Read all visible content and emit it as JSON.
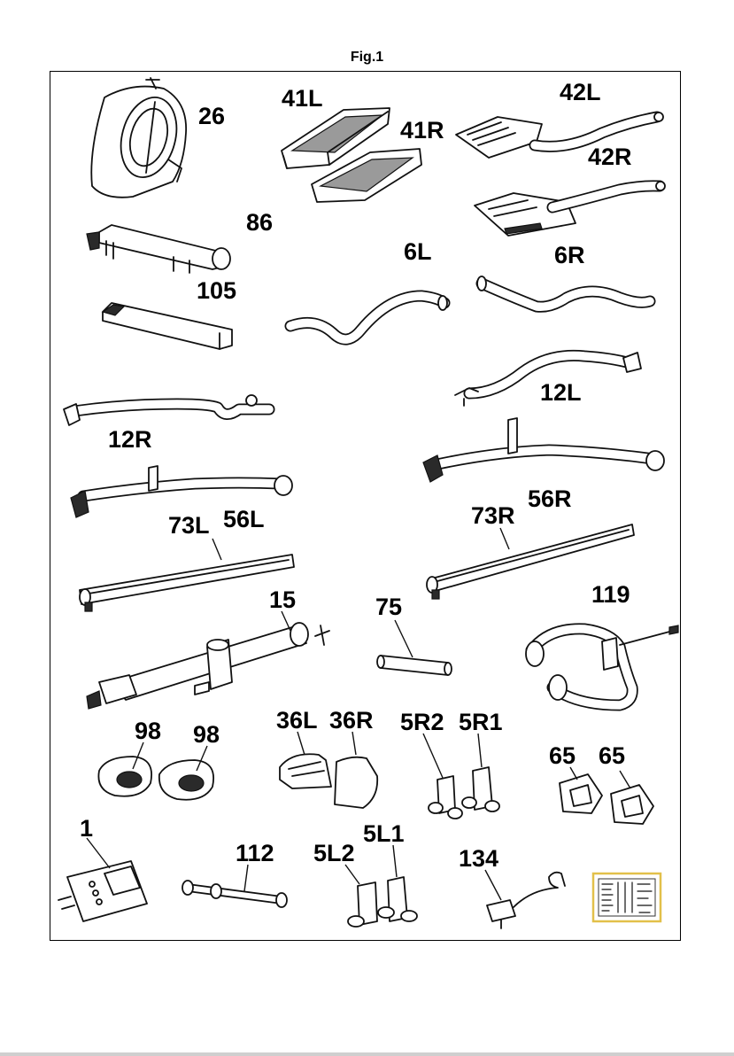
{
  "figure": {
    "title": "Fig.1"
  },
  "parts": [
    {
      "id": "26"
    },
    {
      "id": "41L"
    },
    {
      "id": "41R"
    },
    {
      "id": "42L"
    },
    {
      "id": "42R"
    },
    {
      "id": "86"
    },
    {
      "id": "105"
    },
    {
      "id": "6L"
    },
    {
      "id": "6R"
    },
    {
      "id": "12L"
    },
    {
      "id": "12R"
    },
    {
      "id": "56R"
    },
    {
      "id": "56L"
    },
    {
      "id": "73L"
    },
    {
      "id": "73R"
    },
    {
      "id": "15"
    },
    {
      "id": "75"
    },
    {
      "id": "119"
    },
    {
      "id": "98a",
      "label": "98"
    },
    {
      "id": "98b",
      "label": "98"
    },
    {
      "id": "36L"
    },
    {
      "id": "36R"
    },
    {
      "id": "5R2"
    },
    {
      "id": "5R1"
    },
    {
      "id": "65a",
      "label": "65"
    },
    {
      "id": "65b",
      "label": "65"
    },
    {
      "id": "1"
    },
    {
      "id": "112"
    },
    {
      "id": "5L2"
    },
    {
      "id": "5L1"
    },
    {
      "id": "134"
    }
  ]
}
